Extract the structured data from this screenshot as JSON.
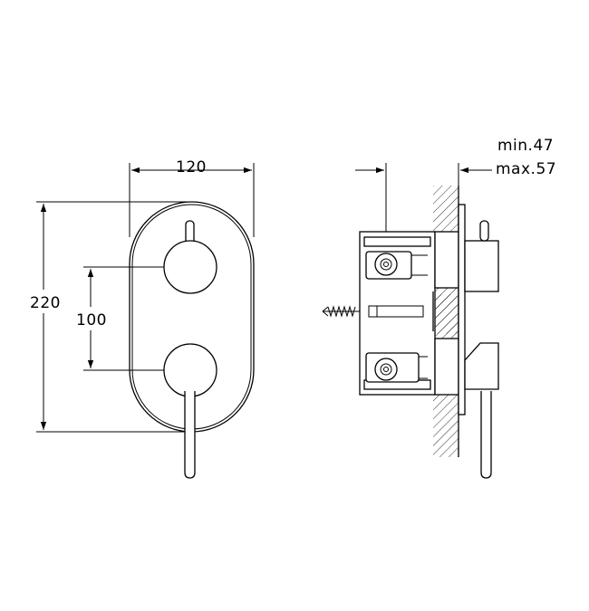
{
  "dimensions": {
    "width": "120",
    "height": "220",
    "spacing": "100",
    "depth_min": "min.47",
    "depth_max": "max.57"
  }
}
